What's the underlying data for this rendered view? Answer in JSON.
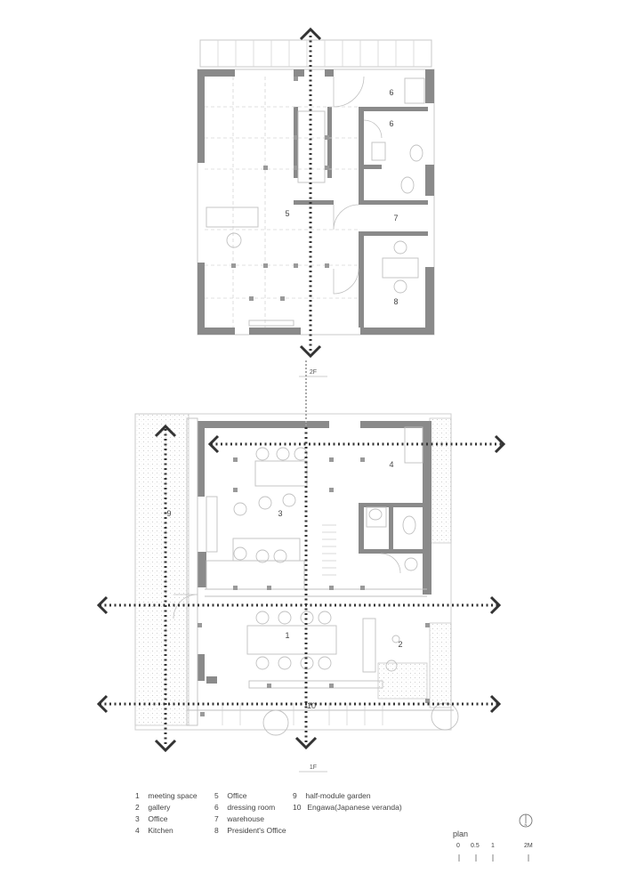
{
  "floors": {
    "upper": "2F",
    "lower": "1F"
  },
  "room_numbers_2f": [
    "6",
    "6",
    "5",
    "7",
    "8"
  ],
  "room_numbers_1f": [
    "4",
    "3",
    "1",
    "2",
    "10",
    "9"
  ],
  "legend": {
    "col1": [
      {
        "num": "1",
        "name": "meeting space"
      },
      {
        "num": "2",
        "name": "gallery"
      },
      {
        "num": "3",
        "name": "Office"
      },
      {
        "num": "4",
        "name": "Kitchen"
      }
    ],
    "col2": [
      {
        "num": "5",
        "name": "Office"
      },
      {
        "num": "6",
        "name": "dressing room"
      },
      {
        "num": "7",
        "name": "warehouse"
      },
      {
        "num": "8",
        "name": "President's Office"
      }
    ],
    "col3": [
      {
        "num": "9",
        "name": "half-module garden"
      },
      {
        "num": "10",
        "name": "Engawa(Japanese veranda)"
      }
    ]
  },
  "scale": {
    "title": "plan",
    "ticks": [
      "0",
      "0.5",
      "1",
      "2M"
    ]
  },
  "north": "N",
  "colors": {
    "wall": "#8a8a8a",
    "line": "#c8c8c8",
    "arrow": "#333333",
    "garden": "#e6e6e6"
  }
}
